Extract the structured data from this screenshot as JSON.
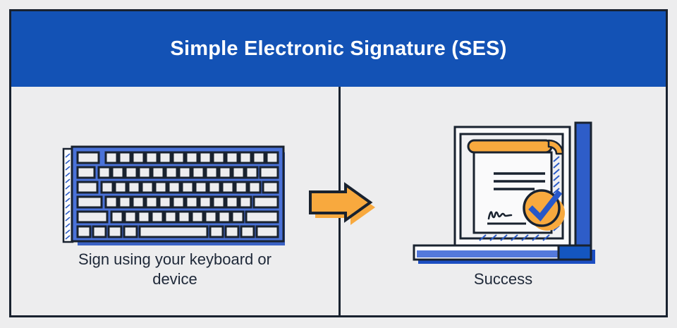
{
  "header": {
    "title": "Simple Electronic Signature (SES)"
  },
  "panels": {
    "left": {
      "caption": "Sign using your keyboard or device",
      "illustration": "keyboard"
    },
    "right": {
      "caption": "Success",
      "illustration": "signed-document-on-laptop"
    }
  },
  "arrow": {
    "icon": "arrow-right-icon",
    "direction": "right"
  },
  "colors": {
    "background": "#ededee",
    "header_blue": "#1352b5",
    "outline_navy": "#19222f",
    "illustration_blue": "#4a72d8",
    "key_fill": "#ededef",
    "shadow_blue": "#3b62c5",
    "orange": "#f8a93e",
    "check_blue": "#2757c9",
    "hatch_blue": "#2b5cc8",
    "depth_strip_blue": "#2e5dc8",
    "depth_blue": "#1456c0",
    "base_blue": "#5479db",
    "shadow_dark_blue": "#1c4ec2",
    "text_navy": "#1e2838",
    "title_white": "#ffffff"
  }
}
